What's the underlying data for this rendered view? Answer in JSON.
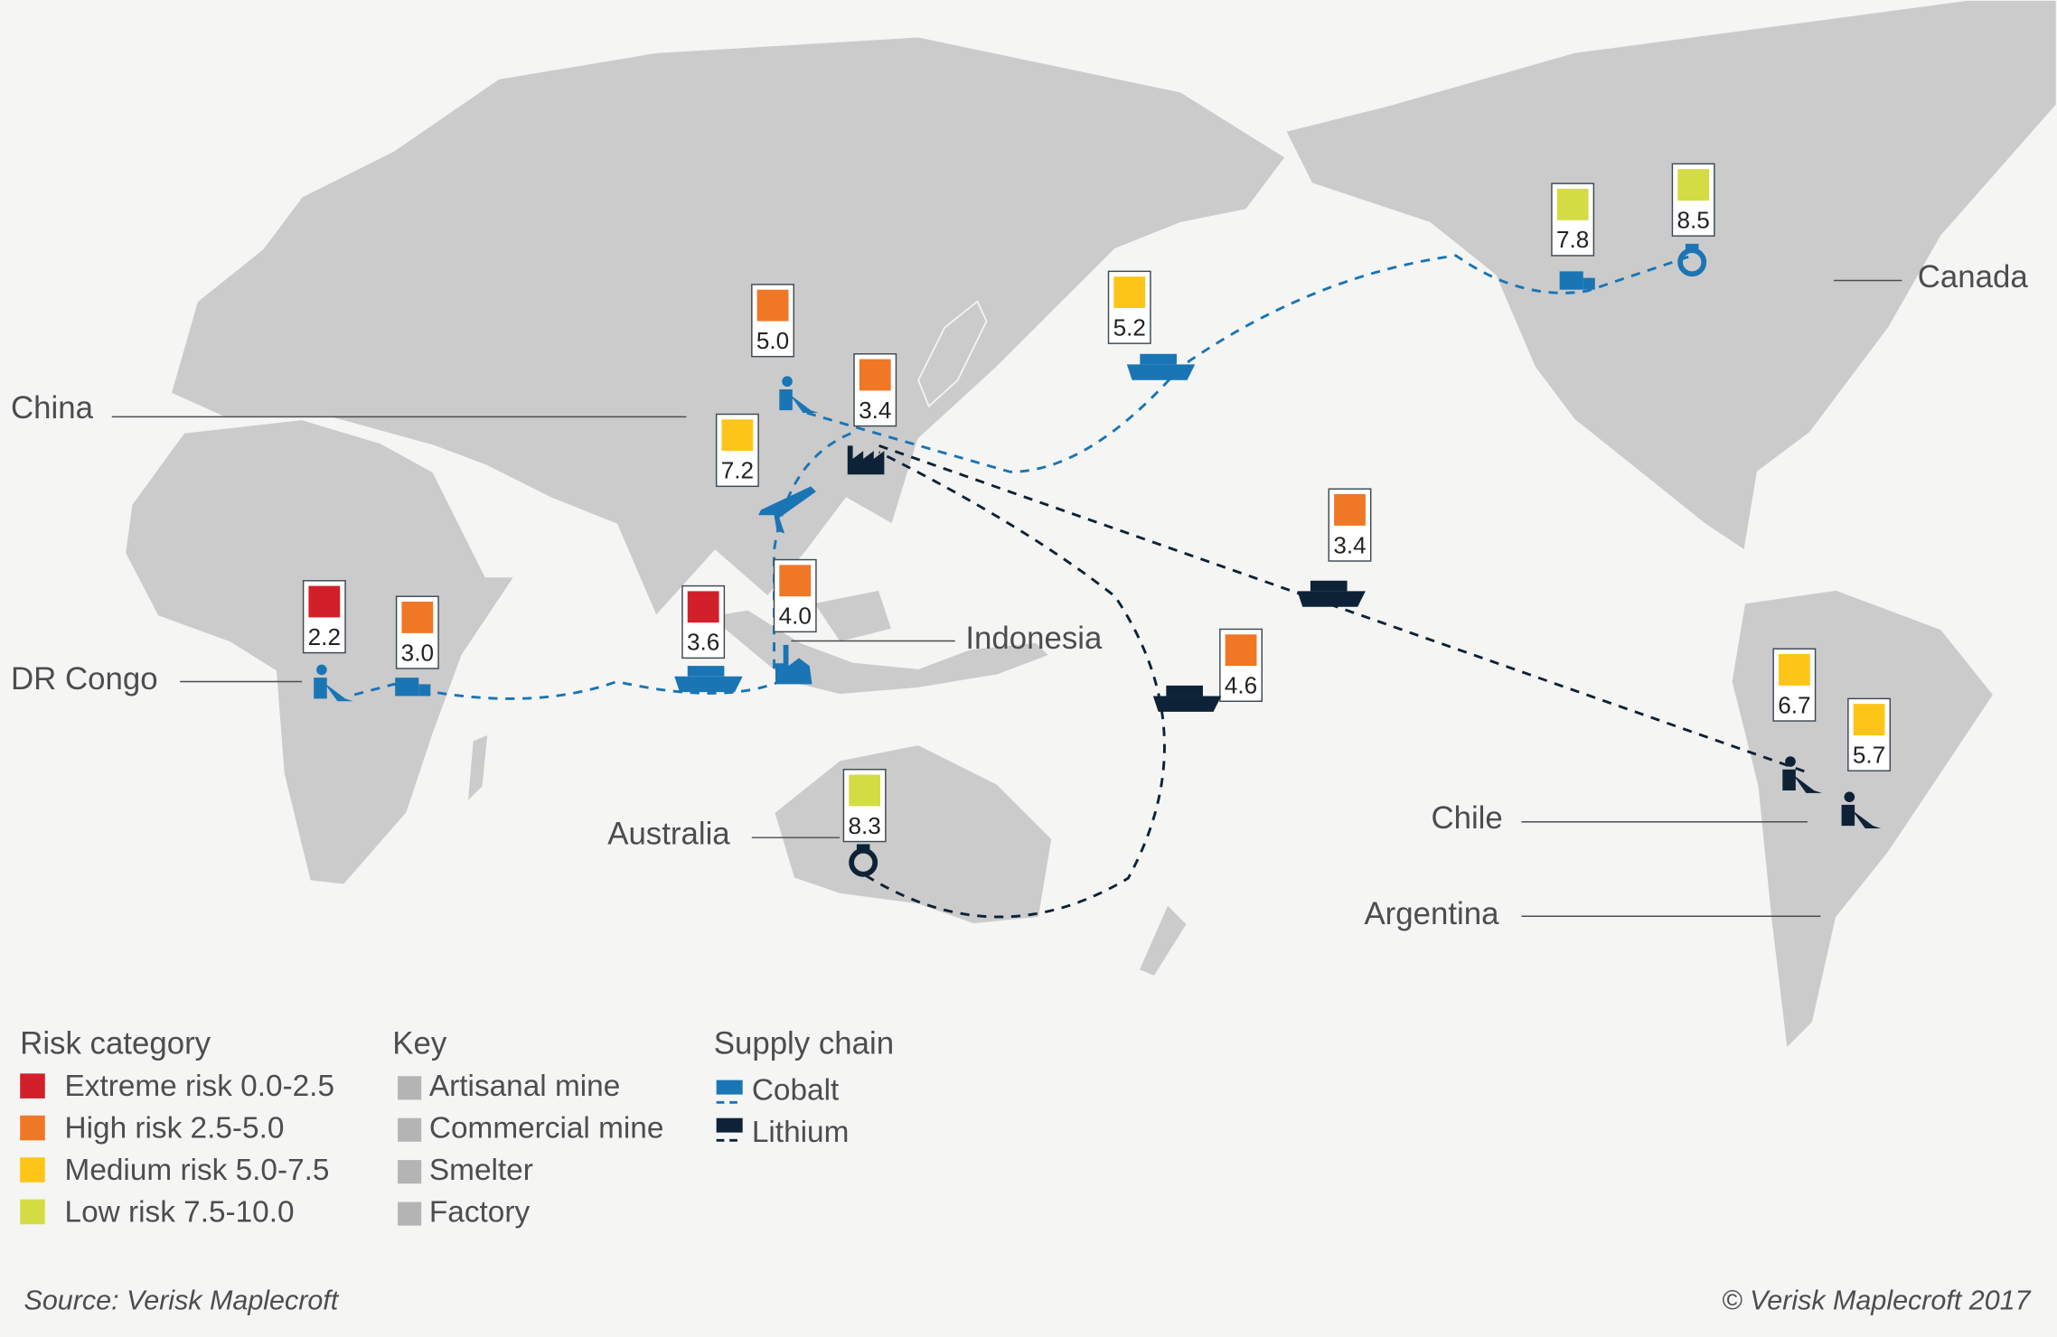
{
  "colors": {
    "extreme": "#d2202a",
    "high": "#ef7726",
    "medium": "#fec519",
    "low": "#d4dc43",
    "cobalt": "#1a75b5",
    "lithium": "#0d2236",
    "land": "#cbcbcb",
    "background": "#f5f5f4"
  },
  "countries": {
    "china": "China",
    "dr_congo": "DR Congo",
    "indonesia": "Indonesia",
    "australia": "Australia",
    "chile": "Chile",
    "argentina": "Argentina",
    "canada": "Canada"
  },
  "markers": [
    {
      "score": "5.0",
      "risk": "high",
      "site": "artisanal-mine"
    },
    {
      "score": "3.4",
      "risk": "high",
      "site": "factory"
    },
    {
      "score": "7.2",
      "risk": "medium",
      "site": "air-transport"
    },
    {
      "score": "5.2",
      "risk": "medium",
      "site": "ship"
    },
    {
      "score": "7.8",
      "risk": "low",
      "site": "truck"
    },
    {
      "score": "8.5",
      "risk": "low",
      "site": "commercial-mine"
    },
    {
      "score": "2.2",
      "risk": "extreme",
      "site": "artisanal-mine"
    },
    {
      "score": "3.0",
      "risk": "high",
      "site": "truck"
    },
    {
      "score": "3.6",
      "risk": "extreme",
      "site": "ship"
    },
    {
      "score": "4.0",
      "risk": "high",
      "site": "smelter"
    },
    {
      "score": "3.4",
      "risk": "high",
      "site": "ship"
    },
    {
      "score": "4.6",
      "risk": "high",
      "site": "ship"
    },
    {
      "score": "8.3",
      "risk": "low",
      "site": "commercial-mine"
    },
    {
      "score": "6.7",
      "risk": "medium",
      "site": "artisanal-mine"
    },
    {
      "score": "5.7",
      "risk": "medium",
      "site": "artisanal-mine"
    }
  ],
  "legend": {
    "risk_title": "Risk category",
    "risk_items": [
      {
        "label": "Extreme risk 0.0-2.5",
        "risk": "extreme"
      },
      {
        "label": "High risk 2.5-5.0",
        "risk": "high"
      },
      {
        "label": "Medium risk 5.0-7.5",
        "risk": "medium"
      },
      {
        "label": "Low risk 7.5-10.0",
        "risk": "low"
      }
    ],
    "key_title": "Key",
    "key_items": [
      {
        "label": "Artisanal mine",
        "icon": "artisanal-mine-icon"
      },
      {
        "label": "Commercial mine",
        "icon": "commercial-mine-icon"
      },
      {
        "label": "Smelter",
        "icon": "smelter-icon"
      },
      {
        "label": "Factory",
        "icon": "factory-icon"
      }
    ],
    "supply_title": "Supply chain",
    "supply_items": [
      {
        "label": "Cobalt"
      },
      {
        "label": "Lithium"
      }
    ]
  },
  "source": "Source: Verisk Maplecroft",
  "copyright": "© Verisk Maplecroft 2017"
}
